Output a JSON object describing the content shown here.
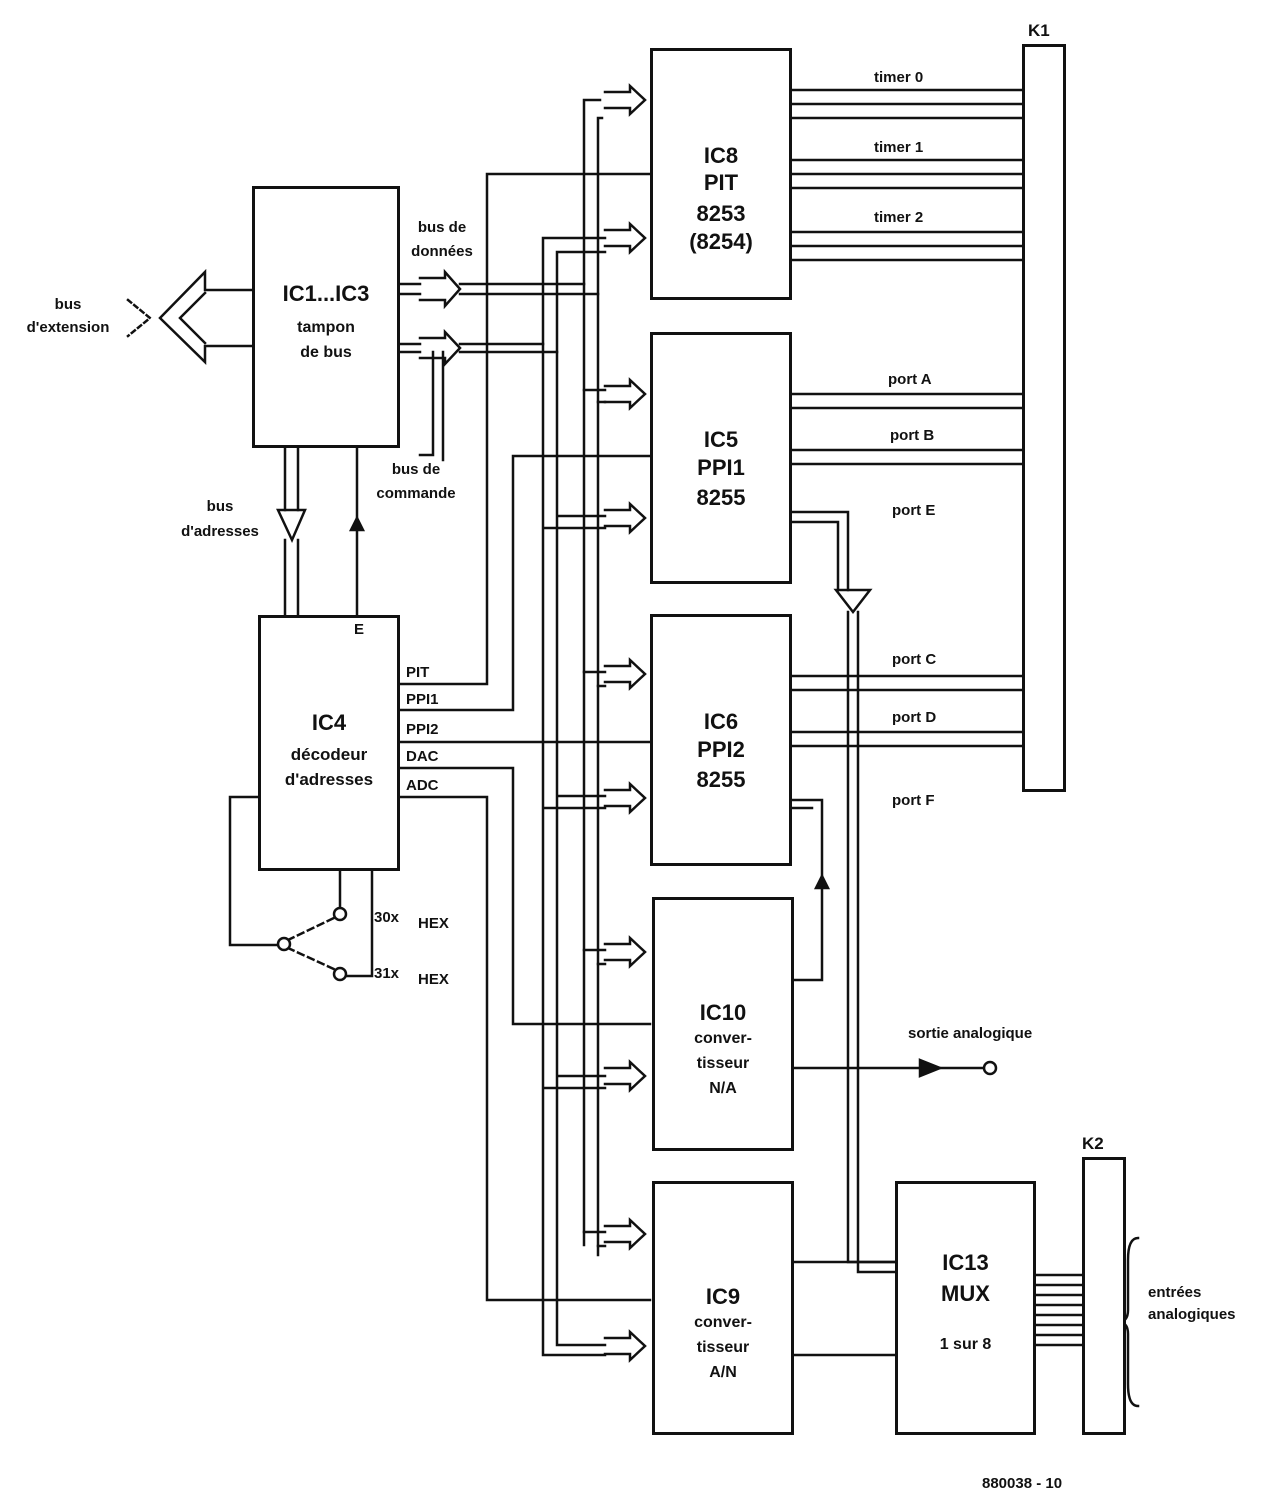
{
  "blocks": {
    "ic1": {
      "line1": "IC1...IC3",
      "line2": "tampon",
      "line3": "de bus"
    },
    "ic4": {
      "line1": "IC4",
      "line2": "décodeur",
      "line3": "d'adresses",
      "pin_e": "E"
    },
    "ic8": {
      "line1": "IC8",
      "line2": "PIT",
      "line3": "8253",
      "line4": "(8254)"
    },
    "ic5": {
      "line1": "IC5",
      "line2": "PPI1",
      "line3": "8255"
    },
    "ic6": {
      "line1": "IC6",
      "line2": "PPI2",
      "line3": "8255"
    },
    "ic10": {
      "line1": "IC10",
      "line2": "conver-",
      "line3": "tisseur",
      "line4": "N/A"
    },
    "ic9": {
      "line1": "IC9",
      "line2": "conver-",
      "line3": "tisseur",
      "line4": "A/N"
    },
    "ic13": {
      "line1": "IC13",
      "line2": "MUX",
      "line3": "1 sur 8"
    }
  },
  "connectors": {
    "k1": "K1",
    "k2": "K2"
  },
  "bus_labels": {
    "extension": [
      "bus",
      "d'extension"
    ],
    "donnees": [
      "bus de",
      "données"
    ],
    "commande": [
      "bus de",
      "commande"
    ],
    "adresses": [
      "bus",
      "d'adresses"
    ]
  },
  "decoder_outputs": [
    "PIT",
    "PPI1",
    "PPI2",
    "DAC",
    "ADC"
  ],
  "switch_labels": [
    {
      "addr": "30x",
      "unit": "HEX"
    },
    {
      "addr": "31x",
      "unit": "HEX"
    }
  ],
  "ports": {
    "timer0": "timer 0",
    "timer1": "timer 1",
    "timer2": "timer 2",
    "porta": "port A",
    "portb": "port B",
    "porte": "port E",
    "portc": "port C",
    "portd": "port D",
    "portf": "port F"
  },
  "analog_out": "sortie analogique",
  "analog_in": [
    "entrées",
    "analogiques"
  ],
  "figure_id": "880038 - 10",
  "colors": {
    "ink": "#111111",
    "paper": "#ffffff"
  }
}
